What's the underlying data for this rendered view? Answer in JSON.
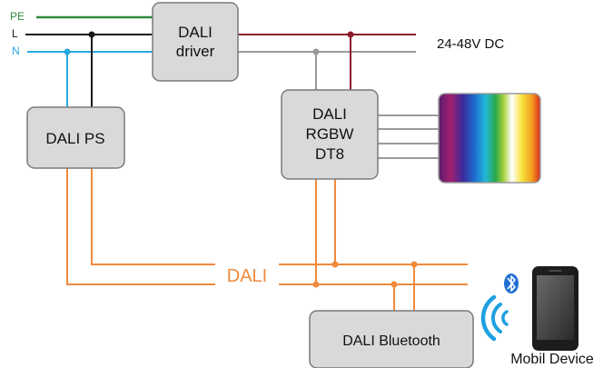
{
  "mains": {
    "pe": "PE",
    "l": "L",
    "n": "N"
  },
  "boxes": {
    "dali_driver": [
      "DALI",
      "driver"
    ],
    "dali_ps": "DALI PS",
    "dali_rgbw": [
      "DALI",
      "RGBW",
      "DT8"
    ],
    "dali_bluetooth": "DALI Bluetooth"
  },
  "labels": {
    "supply": "24-48V DC",
    "bus": "DALI",
    "mobile": "Mobil Device"
  },
  "icons": [
    "bluetooth-icon",
    "wireless-signal-icon",
    "smartphone-icon",
    "rgb-spectrum-strip"
  ],
  "colors": {
    "pe": "#2e8b3a",
    "l": "#1a1a1a",
    "n": "#29a8e0",
    "dc_positive": "#8b1a2a",
    "dc_negative": "#9a9a9a",
    "dali_bus": "#f08a3c",
    "box_fill": "#d9d9d9",
    "box_stroke": "#7a7a7a",
    "bluetooth": "#1e6fd1"
  }
}
